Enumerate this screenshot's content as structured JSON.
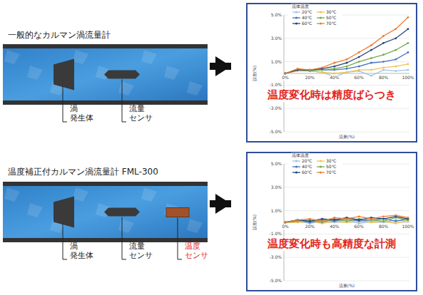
{
  "diagram": {
    "nodes": [
      {
        "text": [
          "一般的なカルマン渦流量計"
        ]
      },
      {
        "text": [
          "温度変化時は精度ばらつき"
        ]
      },
      {
        "text": [
          "温度補正付カルマン渦流量計 FML-300"
        ]
      },
      {
        "text": [
          "温度変化時も高精度な計測"
        ]
      }
    ],
    "edges": [
      {
        "from": 0,
        "to": 1,
        "arrow": "to"
      },
      {
        "from": 2,
        "to": 3,
        "arrow": "to"
      }
    ],
    "labels": [
      "渦 発生体",
      "流量 センサ",
      "流体温度",
      "5.0%",
      "3.0%",
      "1.0%",
      "-1.0%",
      "-3.0%",
      "-5.0%",
      "0%",
      "20%",
      "40%",
      "60%",
      "80%",
      "100%",
      "誤差(%)",
      "流量(%)",
      "渦 発生体",
      "流量 センサ",
      "温度 センサ",
      "流体温度",
      "5.0%",
      "3.0%",
      "1.0%",
      "-1.0%",
      "-3.0%",
      "-5.0%",
      "0%",
      "20%",
      "40%",
      "60%",
      "80%",
      "100%",
      "誤差(%)",
      "流量(%)"
    ],
    "legend": [
      {
        "text": "20℃"
      },
      {
        "text": "30℃"
      },
      {
        "text": "40℃"
      },
      {
        "text": "50℃"
      },
      {
        "text": "60℃"
      },
      {
        "text": "70℃"
      },
      {
        "text": "20℃"
      },
      {
        "text": "30℃"
      },
      {
        "text": "40℃"
      },
      {
        "text": "50℃"
      },
      {
        "text": "60℃"
      },
      {
        "text": "70℃"
      }
    ]
  }
}
